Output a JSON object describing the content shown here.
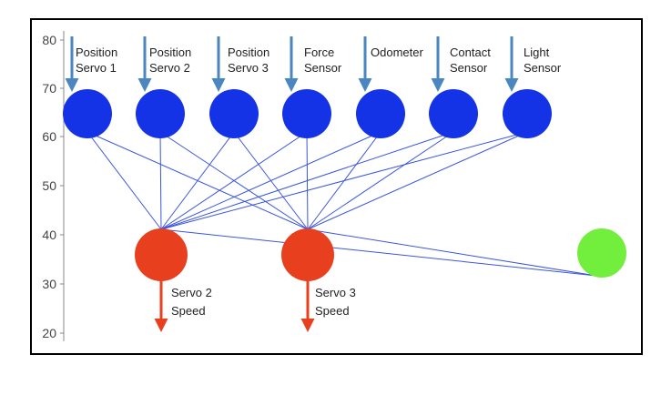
{
  "axis": {
    "ticks": [
      "80",
      "70",
      "60",
      "50",
      "40",
      "30",
      "20"
    ]
  },
  "inputs": [
    {
      "lines": [
        "Position",
        "Servo 1"
      ]
    },
    {
      "lines": [
        "Position",
        "Servo 2"
      ]
    },
    {
      "lines": [
        "Position",
        "Servo 3"
      ]
    },
    {
      "lines": [
        "Force",
        "Sensor"
      ]
    },
    {
      "lines": [
        "Odometer"
      ]
    },
    {
      "lines": [
        "Contact",
        "Sensor"
      ]
    },
    {
      "lines": [
        "Light",
        "Sensor"
      ]
    }
  ],
  "outputs": [
    {
      "lines": [
        "Servo 2",
        "Speed"
      ]
    },
    {
      "lines": [
        "Servo 3",
        "Speed"
      ]
    }
  ],
  "colors": {
    "input_node": "#1433e6",
    "output_node": "#e8401f",
    "extra_node": "#72ee3c",
    "edge": "#3a55e0",
    "input_arrow": "#4a86c0",
    "output_arrow": "#e8401f"
  }
}
